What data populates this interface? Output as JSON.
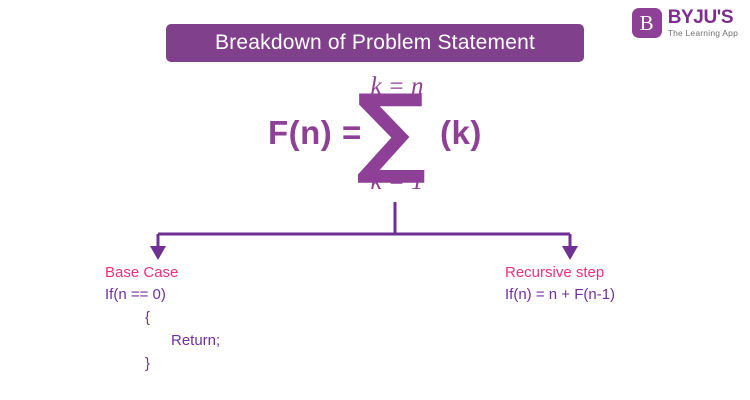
{
  "logo": {
    "mark_letter": "B",
    "name": "BYJU'S",
    "tagline": "The Learning App"
  },
  "header": {
    "title": "Breakdown of Problem Statement"
  },
  "formula": {
    "left_side": "F(n) =",
    "sigma": "∑",
    "upper_limit": "k = n",
    "lower_limit": "k = 1",
    "right_side": "(k)"
  },
  "branches": {
    "left": {
      "title": "Base Case",
      "lines": [
        {
          "text": "If(n == 0)",
          "indent": 0
        },
        {
          "text": "{",
          "indent": 1
        },
        {
          "text": "Return;",
          "indent": 2
        },
        {
          "text": "}",
          "indent": 1
        }
      ]
    },
    "right": {
      "title": "Recursive step",
      "lines": [
        {
          "text": "If(n) = n + F(n-1)",
          "indent": 0
        }
      ]
    }
  },
  "colors": {
    "banner_purple": "#80408c",
    "formula_purple": "#8e3f96",
    "code_purple": "#7030a0",
    "title_pink": "#ee3080",
    "logo_purple": "#7d2d8e",
    "tagline_gray": "#6f6f6f",
    "connector_purple": "#6f2f93",
    "background": "#ffffff"
  }
}
